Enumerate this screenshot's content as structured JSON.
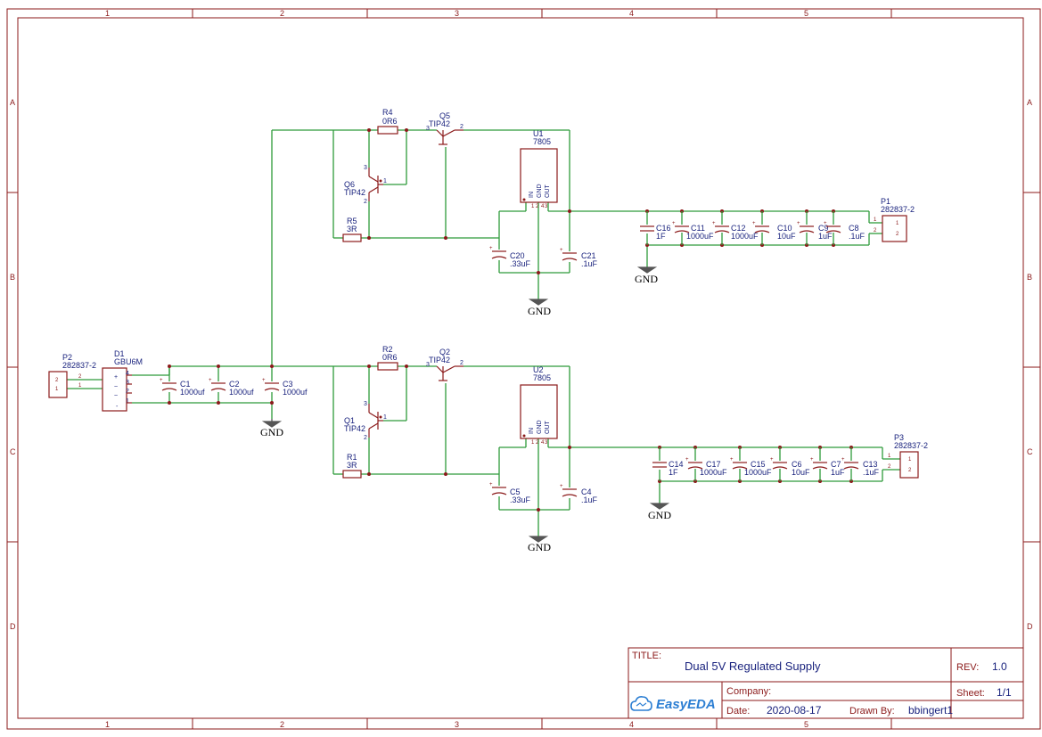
{
  "frame": {
    "columns": [
      "1",
      "2",
      "3",
      "4",
      "5"
    ],
    "rows": [
      "A",
      "B",
      "C",
      "D"
    ]
  },
  "labels": {
    "r4": "R4",
    "r4_val": "0R6",
    "q5": "Q5",
    "q5_val": "TIP42",
    "u1": "U1",
    "u1_val": "7805",
    "q6": "Q6",
    "q6_val": "TIP42",
    "r5": "R5",
    "r5_val": "3R",
    "c20": "C20",
    "c20_val": ".33uF",
    "c21": "C21",
    "c21_val": ".1uF",
    "c16": "C16",
    "c16_val": "1F",
    "c11": "C11",
    "c11_val": "1000uF",
    "c12": "C12",
    "c12_val": "1000uF",
    "c10": "C10",
    "c10_val": "10uF",
    "c9": "C9",
    "c9_val": "1uF",
    "c8": "C8",
    "c8_val": ".1uF",
    "p1": "P1",
    "p1_val": "282837-2",
    "p2": "P2",
    "p2_val": "282837-2",
    "d1": "D1",
    "d1_val": "GBU6M",
    "c1": "C1",
    "c1_val": "1000uf",
    "c2": "C2",
    "c2_val": "1000uf",
    "c3": "C3",
    "c3_val": "1000uf",
    "r2": "R2",
    "r2_val": "0R6",
    "q2": "Q2",
    "q2_val": "TIP42",
    "u2": "U2",
    "u2_val": "7805",
    "q1": "Q1",
    "q1_val": "TIP42",
    "r1": "R1",
    "r1_val": "3R",
    "c5": "C5",
    "c5_val": ".33uF",
    "c4": "C4",
    "c4_val": ".1uF",
    "c14": "C14",
    "c14_val": "1F",
    "c17": "C17",
    "c17_val": "1000uF",
    "c15": "C15",
    "c15_val": "1000uF",
    "c6": "C6",
    "c6_val": "10uF",
    "c7": "C7",
    "c7_val": "1uF",
    "c13": "C13",
    "c13_val": ".1uF",
    "p3": "P3",
    "p3_val": "282837-2",
    "gnd": "GND",
    "reg_in": "IN",
    "reg_gnd": "GND",
    "reg_out": "OUT"
  },
  "title_block": {
    "title_label": "TITLE:",
    "title": "Dual 5V Regulated Supply",
    "rev_label": "REV:",
    "rev": "1.0",
    "company_label": "Company:",
    "company": "",
    "sheet_label": "Sheet:",
    "sheet": "1/1",
    "date_label": "Date:",
    "date": "2020-08-17",
    "drawn_label": "Drawn By:",
    "drawn_by": "bbingert1",
    "logo": "EasyEDA"
  }
}
